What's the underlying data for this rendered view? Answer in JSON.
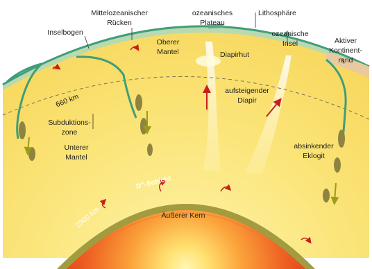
{
  "labels": {
    "mittelozeanischer": "Mittelozeanischer",
    "ruecken": "Rücken",
    "ozeanisches": "ozeanisches",
    "plateau": "Plateau",
    "lithosphaere": "Lithosphäre",
    "inselbogen": "Inselbogen",
    "oberer": "Oberer",
    "mantel_upper": "Mantel",
    "ozeanische": "ozeanische",
    "insel": "Insel",
    "aktiver": "Aktiver",
    "kontinent": "Kontinent-",
    "rand": "rand",
    "diapirhut": "Diapirhut",
    "km660": "660 km",
    "aufsteigender": "aufsteigender",
    "diapir": "Diapir",
    "subduktions": "Subduktions-",
    "zone": "zone",
    "unterer": "Unterer",
    "mantel_lower": "Mantel",
    "absinkender": "absinkender",
    "eklogit": "Eklogit",
    "d_schicht": "D\"-Schicht",
    "km2900": "2900 km",
    "aeusserer_kern": "Äußerer Kern"
  },
  "colors": {
    "mantel": "#f9df6a",
    "crust": "#3f9e78",
    "lithosphere": "#b9d9b0",
    "slab": "#8e8440",
    "d_layer": "#a29b3f",
    "core_outer": "#e84a1c",
    "core_inner": "#fff4a8",
    "arrow_red": "#c6201c",
    "arrow_olive": "#9c9b1a"
  }
}
